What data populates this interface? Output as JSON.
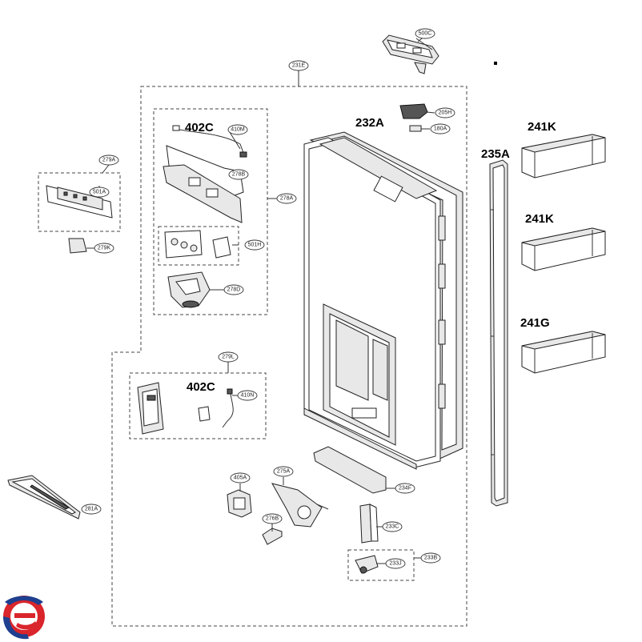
{
  "callouts": {
    "c500C": "500C",
    "c231E": "231E",
    "c205H": "205H",
    "c180A": "180A",
    "c410M": "410M",
    "c278B": "278B",
    "c278A": "278A",
    "c279A": "279A",
    "c501A": "501A",
    "c279K": "279K",
    "c501H": "501H",
    "c278D": "278D",
    "c279L": "279L",
    "c410N": "410N",
    "c281A": "281A",
    "c405A": "405A",
    "c275A": "275A",
    "c234F": "234F",
    "c276B": "276B",
    "c233C": "233C",
    "c233B": "233B",
    "c233J": "233J"
  },
  "bold_labels": {
    "l402C_top": "402C",
    "l232A": "232A",
    "l241K_top": "241K",
    "l235A": "235A",
    "l241K_mid": "241K",
    "l241G": "241G",
    "l402C_bottom": "402C"
  },
  "colors": {
    "logo_red": "#d9252b",
    "logo_blue": "#1f3f8f"
  }
}
